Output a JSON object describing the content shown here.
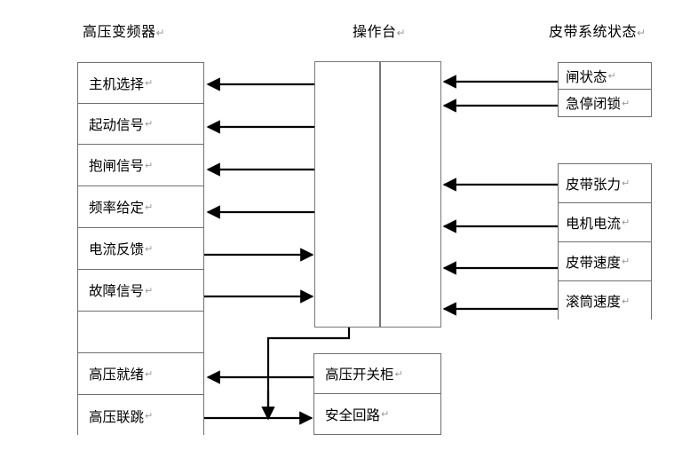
{
  "headers": {
    "left": "高压变频器",
    "center": "操作台",
    "right": "皮带系统状态",
    "mark": "↵"
  },
  "left_panel": {
    "title": "高压变频器",
    "rows": [
      {
        "label": "主机选择",
        "mark": "↵",
        "direction": "in"
      },
      {
        "label": "起动信号",
        "mark": "↵",
        "direction": "in"
      },
      {
        "label": "抱闸信号",
        "mark": "↵",
        "direction": "in"
      },
      {
        "label": "频率给定",
        "mark": "↵",
        "direction": "in"
      },
      {
        "label": "电流反馈",
        "mark": "↵",
        "direction": "out"
      },
      {
        "label": "故障信号",
        "mark": "↵",
        "direction": "out"
      },
      {
        "label": "",
        "mark": "",
        "direction": "none"
      },
      {
        "label": "高压就绪",
        "mark": "↵",
        "direction": "in"
      },
      {
        "label": "高压联跳",
        "mark": "↵",
        "direction": "out"
      }
    ]
  },
  "console_panel": {
    "title": "操作台"
  },
  "right_top_panel": {
    "title": "皮带系统状态",
    "rows": [
      {
        "label": "闸状态",
        "mark": "↵",
        "direction": "out"
      },
      {
        "label": "急停闭锁",
        "mark": "↵",
        "direction": "out"
      }
    ]
  },
  "right_bottom_panel": {
    "rows": [
      {
        "label": "皮带张力",
        "mark": "↵",
        "direction": "out"
      },
      {
        "label": "电机电流",
        "mark": "↵",
        "direction": "out"
      },
      {
        "label": "皮带速度",
        "mark": "↵",
        "direction": "out"
      },
      {
        "label": "滚筒速度",
        "mark": "↵",
        "direction": "out"
      }
    ]
  },
  "bottom_panel": {
    "rows": [
      {
        "label": "高压开关柜",
        "mark": "↵"
      },
      {
        "label": "安全回路",
        "mark": "↵"
      }
    ]
  },
  "colors": {
    "border": "#6f6f6f",
    "wire": "#000000",
    "background": "#ffffff",
    "mark": "#9a9a9a"
  }
}
